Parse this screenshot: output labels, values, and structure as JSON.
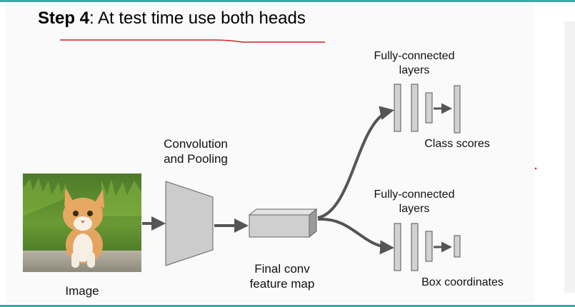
{
  "title": {
    "step": "Step 4",
    "rest": ": At test time use both heads"
  },
  "labels": {
    "conv": [
      "Convolution",
      "and Pooling"
    ],
    "image": "Image",
    "final": [
      "Final conv",
      "feature map"
    ],
    "fc_top": [
      "Fully-connected",
      "layers"
    ],
    "fc_bottom": [
      "Fully-connected",
      "layers"
    ],
    "class_scores": "Class scores",
    "box_coords": "Box coordinates"
  },
  "colors": {
    "underline": "#cc2222",
    "block_fill": "#d0d0d0",
    "block_stroke": "#555555",
    "arrow": "#555555",
    "frame": "#2bb3a6"
  }
}
